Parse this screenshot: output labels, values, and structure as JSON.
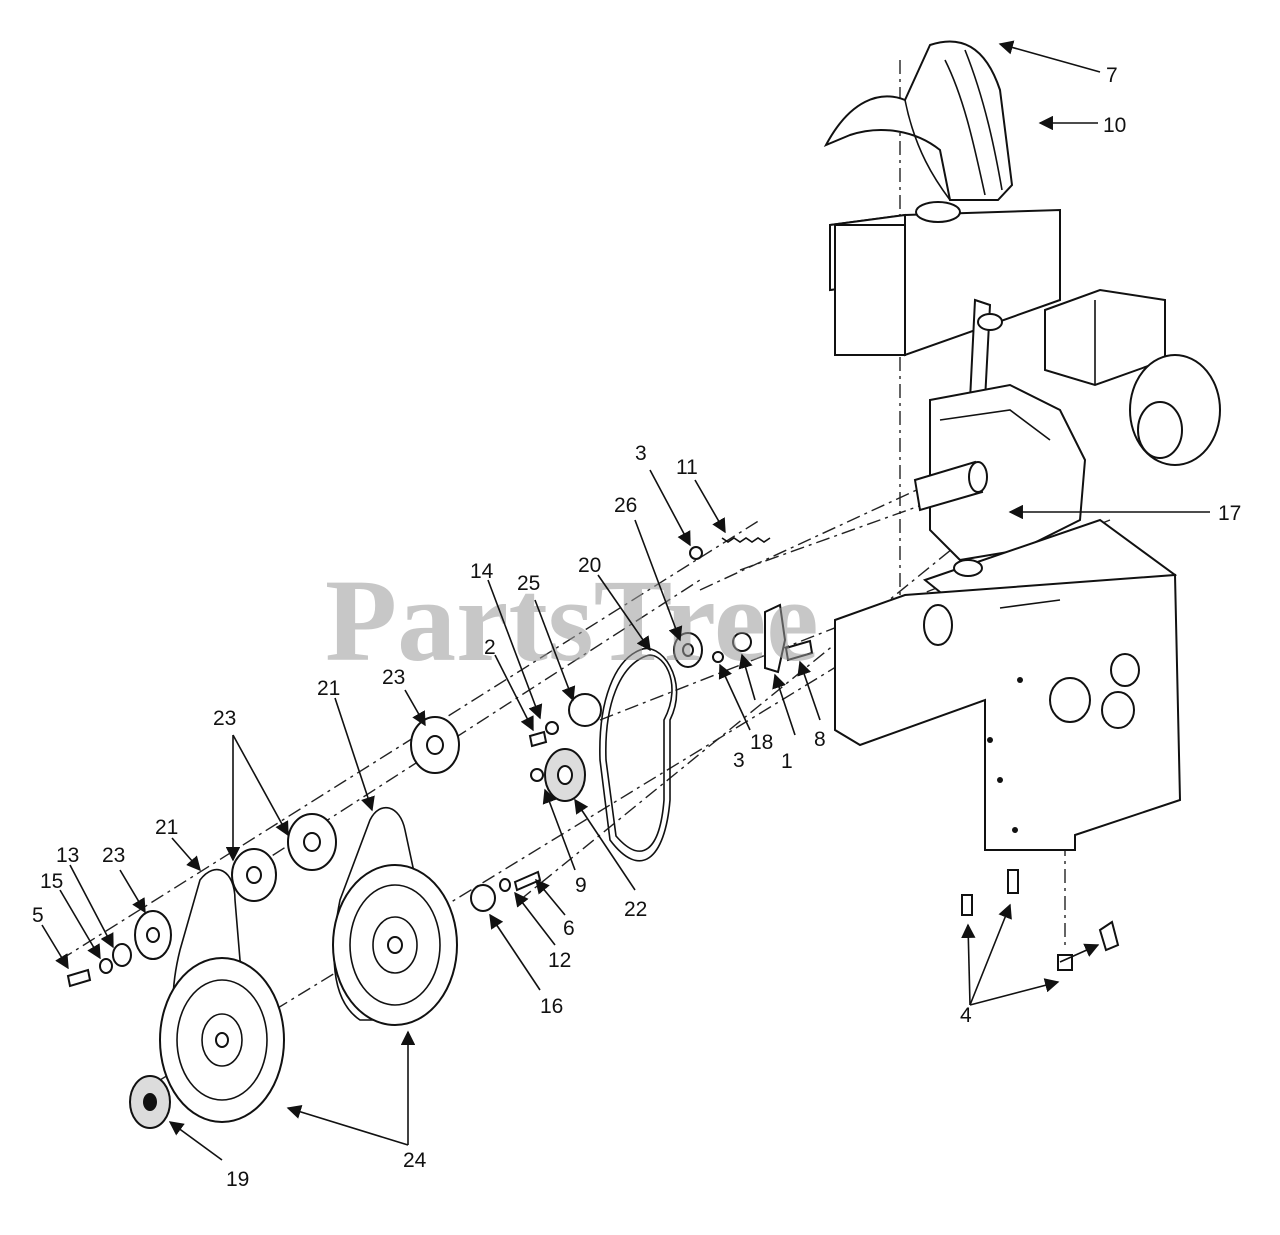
{
  "watermark": "PartsTree",
  "callouts": [
    "1",
    "2",
    "3",
    "3",
    "4",
    "5",
    "6",
    "7",
    "8",
    "9",
    "10",
    "11",
    "12",
    "13",
    "14",
    "15",
    "16",
    "17",
    "18",
    "19",
    "20",
    "21",
    "21",
    "22",
    "23",
    "23",
    "23",
    "24",
    "25",
    "26"
  ]
}
